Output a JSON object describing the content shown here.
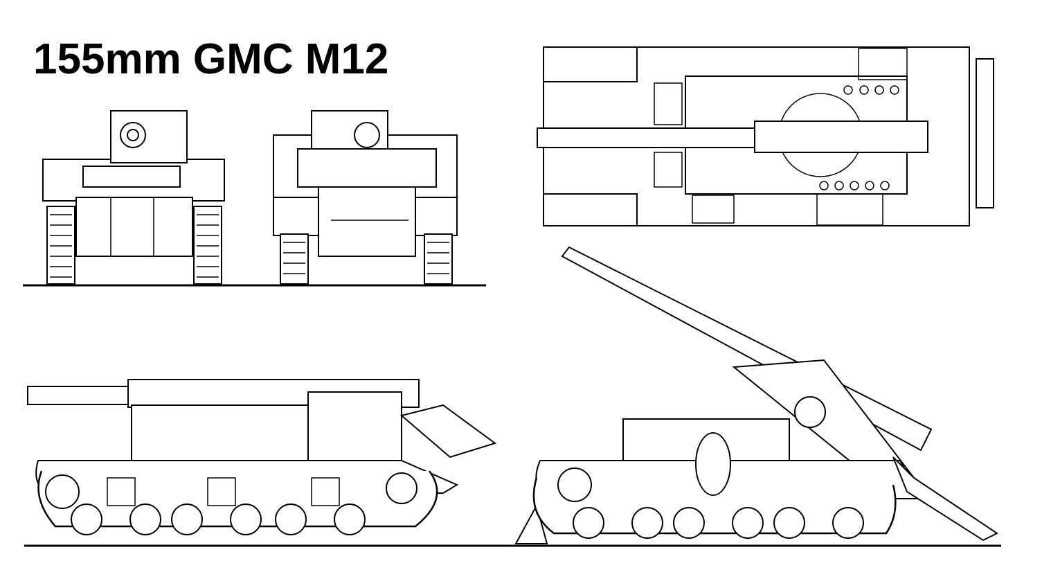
{
  "title": "155mm GMC M12",
  "views": [
    "front-view",
    "rear-view",
    "top-view",
    "side-view-travel",
    "side-view-firing"
  ]
}
